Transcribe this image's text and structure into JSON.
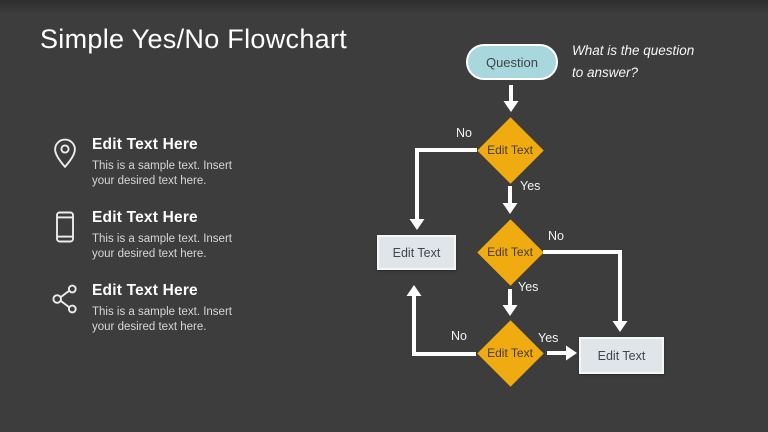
{
  "slide": {
    "title": "Simple Yes/No Flowchart"
  },
  "sidebar": {
    "items": [
      {
        "icon": "location-pin-icon",
        "title": "Edit Text Here",
        "desc_lines": [
          "This is a sample text. Insert",
          "your desired text here."
        ]
      },
      {
        "icon": "smartphone-icon",
        "title": "Edit Text Here",
        "desc_lines": [
          "This is a sample text. Insert",
          "your desired text here."
        ]
      },
      {
        "icon": "share-icon",
        "title": "Edit Text Here",
        "desc_lines": [
          "This is a sample text. Insert",
          "your desired text here."
        ]
      }
    ]
  },
  "flowchart": {
    "start": {
      "label": "Question"
    },
    "annotation": {
      "lines": [
        "What is the question",
        "to answer?"
      ]
    },
    "decisions": [
      {
        "label": "Edit Text"
      },
      {
        "label": "Edit Text"
      },
      {
        "label": "Edit Text"
      }
    ],
    "results": [
      {
        "label": "Edit Text"
      },
      {
        "label": "Edit Text"
      }
    ],
    "edges": {
      "d1_no": "No",
      "d1_yes": "Yes",
      "d2_no": "No",
      "d2_yes": "Yes",
      "d3_no": "No",
      "d3_yes": "Yes"
    }
  },
  "colors": {
    "background": "#3d3d3d",
    "diamond": "#f0ab10",
    "start_pill": "#a8d8dd",
    "result_box": "#dfe5e9",
    "connector": "#ffffff",
    "text_light": "#ffffff",
    "text_dark": "#3f474d"
  }
}
